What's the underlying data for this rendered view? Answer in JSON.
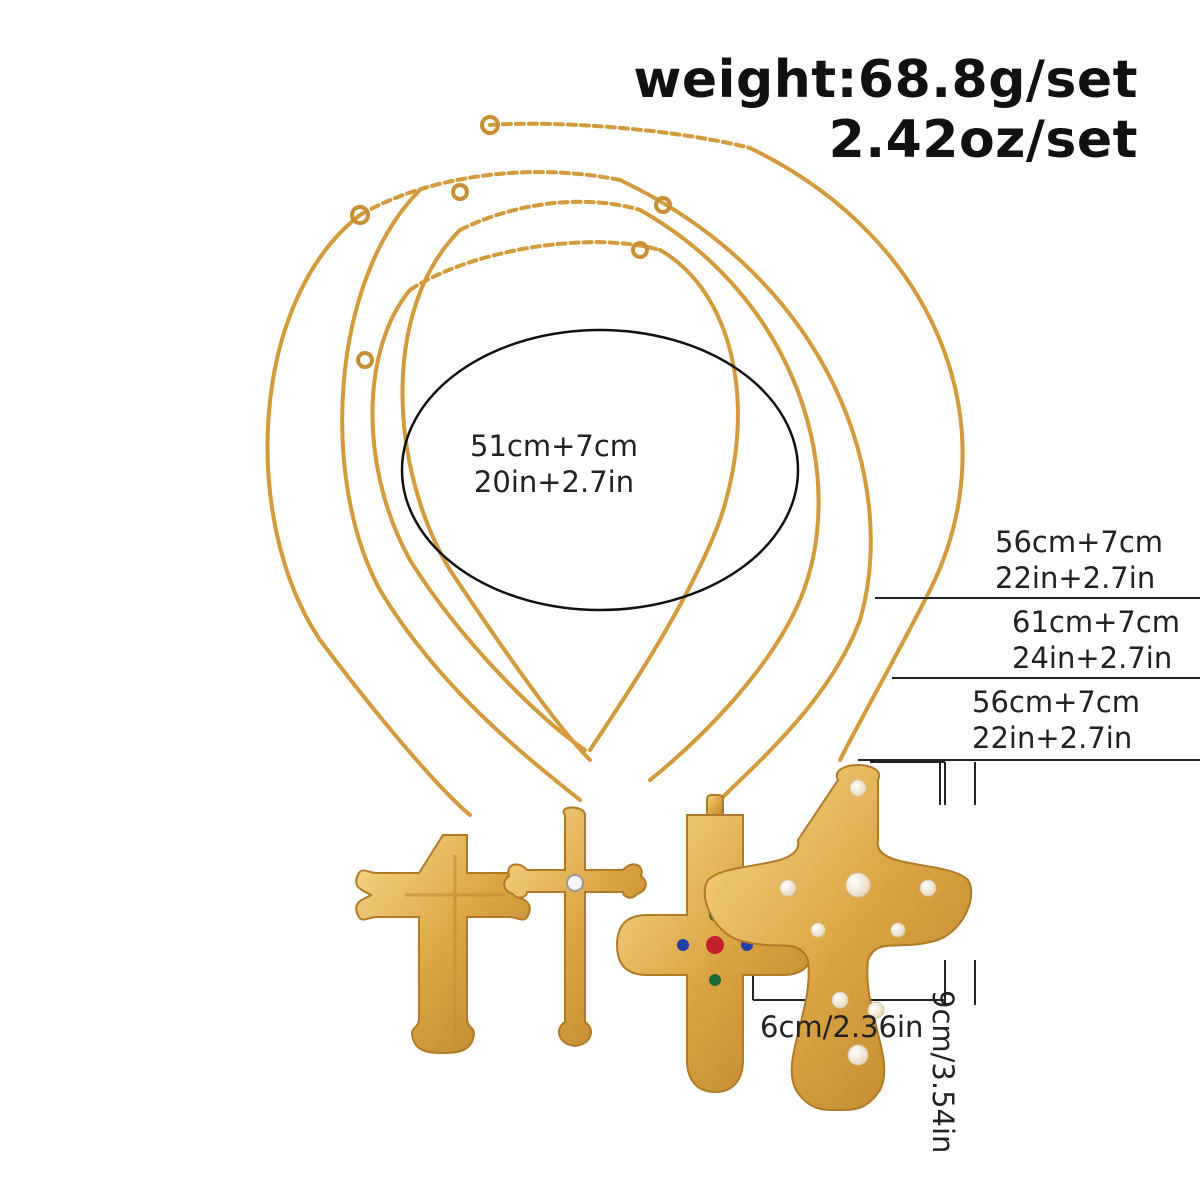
{
  "weight": {
    "grams": "weight:68.8g/set",
    "ounces": "2.42oz/set"
  },
  "lengths": {
    "inner_cm": "51cm+7cm",
    "inner_in": "20in+2.7in",
    "l1_cm": "56cm+7cm",
    "l1_in": "22in+2.7in",
    "l2_cm": "61cm+7cm",
    "l2_in": "24in+2.7in",
    "l3_cm": "56cm+7cm",
    "l3_in": "22in+2.7in"
  },
  "pendant": {
    "height": "9cm/3.54in",
    "width": "6cm/2.36in"
  },
  "colors": {
    "gold": "#d9a441",
    "gold_dark": "#b9822a",
    "gold_light": "#f2cf7a",
    "pearl": "#f6efe2",
    "gem_red": "#c2202a",
    "gem_blue": "#1f3fa6",
    "gem_green": "#1d6b3a",
    "line": "#222222"
  }
}
